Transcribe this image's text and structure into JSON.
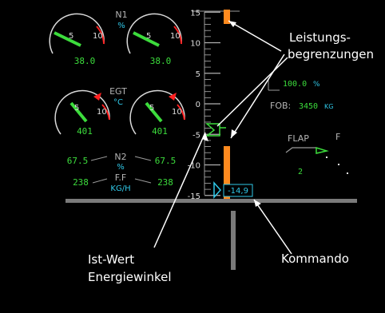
{
  "engines": {
    "n1": {
      "title": "N1",
      "unit": "%",
      "left": "38.0",
      "right": "38.0",
      "scale_low": "5",
      "scale_high": "10"
    },
    "egt": {
      "title": "EGT",
      "unit": "°C",
      "left": "401",
      "right": "401",
      "scale_low": "5",
      "scale_high": "10"
    },
    "n2": {
      "title": "N2",
      "unit": "%",
      "left": "67.5",
      "right": "67.5"
    },
    "ff": {
      "title": "F.F",
      "unit": "KG/H",
      "left": "238",
      "right": "238"
    }
  },
  "pitch_scale": {
    "ticks": [
      {
        "v": 15,
        "label": "15"
      },
      {
        "v": 10,
        "label": "10"
      },
      {
        "v": 5,
        "label": "5"
      },
      {
        "v": 0,
        "label": "0"
      },
      {
        "v": -5,
        "label": "-5"
      },
      {
        "v": -10,
        "label": "-10"
      },
      {
        "v": -15,
        "label": "-15"
      }
    ],
    "command_value": "-14,9"
  },
  "fuel": {
    "thrust_value": "100.0",
    "thrust_unit": "%",
    "fob_label": "FOB:",
    "fob_value": "3450",
    "fob_unit": "KG"
  },
  "flaps": {
    "label": "FLAP",
    "f_label": "F",
    "position": "2"
  },
  "annotations": {
    "limits_line1": "Leistungs-",
    "limits_line2": "begrenzungen",
    "actual_line1": "Ist-Wert",
    "actual_line2": "Energiewinkel",
    "command": "Kommando"
  },
  "colors": {
    "orange": "#ff8a1e",
    "green": "#3cdc3c",
    "cyan": "#30c8e8",
    "red": "#ff2020",
    "gray": "#7a7a7a"
  }
}
